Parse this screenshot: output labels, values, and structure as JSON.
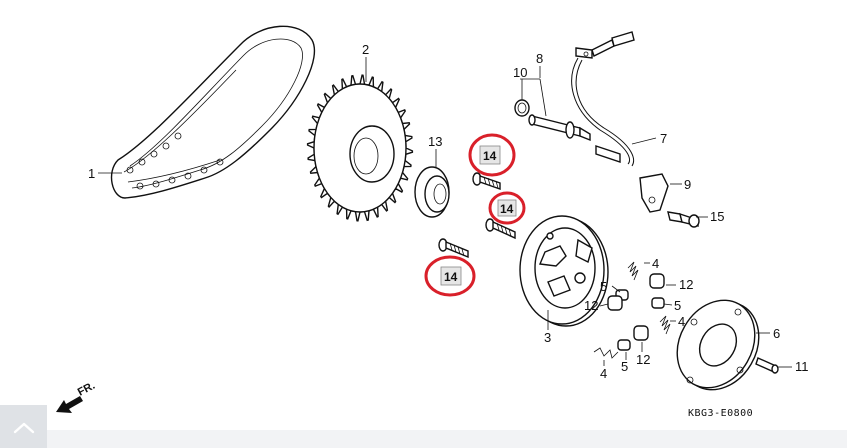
{
  "diagram": {
    "callouts": [
      {
        "id": "1",
        "text": "1"
      },
      {
        "id": "2",
        "text": "2"
      },
      {
        "id": "3",
        "text": "3"
      },
      {
        "id": "4a",
        "text": "4"
      },
      {
        "id": "4b",
        "text": "4"
      },
      {
        "id": "4c",
        "text": "4"
      },
      {
        "id": "5a",
        "text": "5"
      },
      {
        "id": "5b",
        "text": "5"
      },
      {
        "id": "5c",
        "text": "5"
      },
      {
        "id": "6",
        "text": "6"
      },
      {
        "id": "7",
        "text": "7"
      },
      {
        "id": "8",
        "text": "8"
      },
      {
        "id": "9",
        "text": "9"
      },
      {
        "id": "10",
        "text": "10"
      },
      {
        "id": "11",
        "text": "11"
      },
      {
        "id": "12a",
        "text": "12"
      },
      {
        "id": "12b",
        "text": "12"
      },
      {
        "id": "12c",
        "text": "12"
      },
      {
        "id": "13",
        "text": "13"
      },
      {
        "id": "15",
        "text": "15"
      }
    ],
    "highlighted_callouts": [
      {
        "id": "14a",
        "text": "14"
      },
      {
        "id": "14b",
        "text": "14"
      },
      {
        "id": "14c",
        "text": "14"
      }
    ],
    "highlight_color": "#d9202a",
    "highlight_box_fill": "#e6e6e6",
    "direction_label": "FR.",
    "diagram_code": "KBG3-E0800"
  },
  "ui": {
    "scroll_top_icon": "chevron-up-icon"
  }
}
